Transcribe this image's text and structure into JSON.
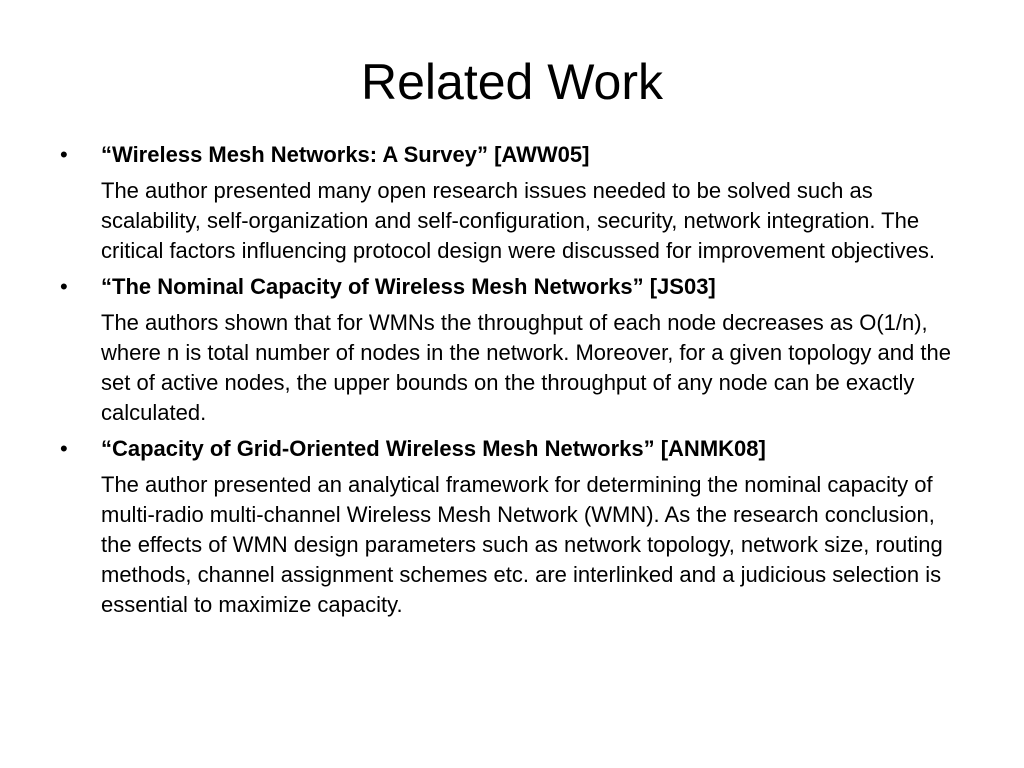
{
  "slide": {
    "title": "Related Work",
    "bullet_glyph": "•",
    "items": [
      {
        "title": "“Wireless Mesh Networks: A Survey” [AWW05]",
        "body": "The author presented many open research issues needed to be solved such as scalability, self-organization and self-configuration, security, network integration. The critical factors influencing protocol design were discussed for improvement objectives."
      },
      {
        "title": "“The Nominal Capacity of Wireless Mesh Networks” [JS03]",
        "body": "The authors shown that for WMNs the throughput of each node decreases as O(1/n), where n is total number of nodes in the network. Moreover, for a given topology and the set of active nodes, the upper bounds on the throughput of any node can be exactly calculated."
      },
      {
        "title": "“Capacity of Grid-Oriented Wireless Mesh Networks” [ANMK08]",
        "body": "The author presented an analytical framework for determining the nominal capacity of multi-radio multi-channel Wireless Mesh Network (WMN). As the research conclusion, the effects of WMN design parameters such as network topology, network size, routing methods, channel assignment schemes etc. are interlinked and a judicious selection is essential to maximize capacity."
      }
    ]
  }
}
